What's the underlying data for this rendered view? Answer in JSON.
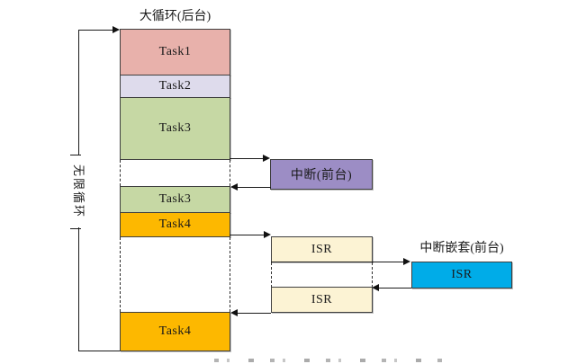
{
  "title": "大循环(后台)",
  "left_loop": {
    "label": "无限循环"
  },
  "background_stack": {
    "segments": [
      {
        "label": "Task1",
        "color": "#e8b1ab"
      },
      {
        "label": "Task2",
        "color": "#dedbec"
      },
      {
        "label": "Task3",
        "color": "#c6d8a4"
      },
      {
        "gap": true
      },
      {
        "label": "Task3",
        "color": "#c6d8a4"
      },
      {
        "label": "Task4",
        "color": "#fdb800"
      },
      {
        "gap": true
      },
      {
        "label": "Task4",
        "color": "#fdb800"
      }
    ]
  },
  "foreground": {
    "interrupt": {
      "label": "中断(前台)",
      "color": "#9c8dc5"
    },
    "isr_first": {
      "label": "ISR",
      "color": "#fcf3d4"
    },
    "isr_second": {
      "label": "ISR",
      "color": "#fcf3d4"
    },
    "nested": {
      "title": "中断嵌套(前台)",
      "isr_label": "ISR",
      "color": "#00ace8"
    }
  },
  "colors": {
    "box_border": "#3f3f3f",
    "arrow_line": "#1a1a1a"
  }
}
